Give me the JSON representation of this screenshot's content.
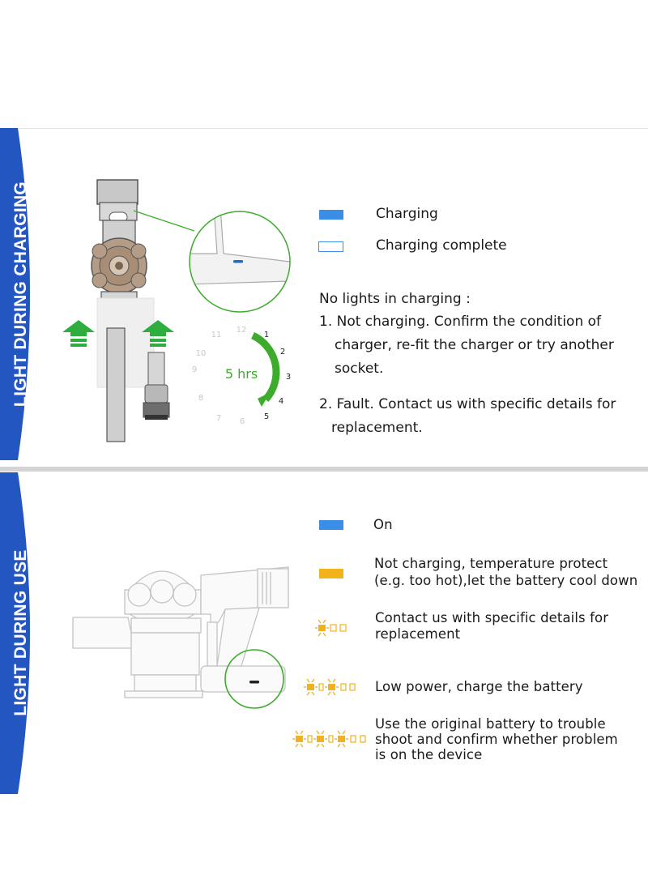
{
  "charging_section": {
    "tab_label": "LIGHT DURING CHARGING",
    "legend": [
      {
        "label": "Charging",
        "indicator": "solid-blue"
      },
      {
        "label": "Charging complete",
        "indicator": "outline-blue"
      }
    ],
    "clock": {
      "duration": "5 hrs",
      "numbers": [
        "12",
        "1",
        "2",
        "3",
        "4",
        "5",
        "6",
        "7",
        "8",
        "9",
        "10",
        "11"
      ]
    },
    "no_lights_heading": "No lights in charging :",
    "item1_line1": "1. Not charging. Confirm the condition of",
    "item1_line2": "charger, re-fit the charger or try another",
    "item1_line3": "socket.",
    "item2_line1": "2. Fault. Contact us with specific details for",
    "item2_line2": "replacement."
  },
  "use_section": {
    "tab_label": "LIGHT DURING USE",
    "on_label": "On",
    "not_charging_line1": "Not charging, temperature protect",
    "not_charging_line2": "(e.g. too hot),let the battery cool down",
    "contact_line1": "Contact us with specific details for",
    "contact_line2": "replacement",
    "low_power": "Low power, charge the battery",
    "original_line1": "Use the original battery to trouble",
    "original_line2": "shoot and confirm whether problem",
    "original_line3": "is on the device"
  },
  "colors": {
    "tab_blue": "#1f4fb8",
    "indicator_blue": "#3a8ee6",
    "indicator_amber": "#f2b21b",
    "arrow_green": "#2fae3f",
    "clock_green": "#3dac2c"
  }
}
